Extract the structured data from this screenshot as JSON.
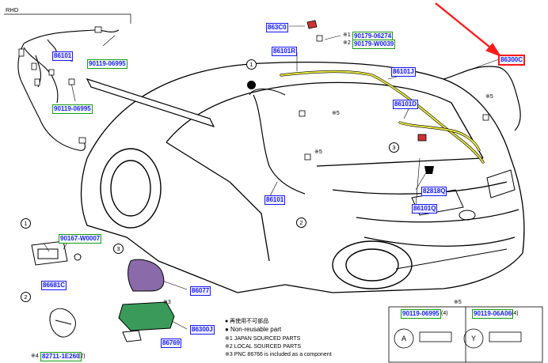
{
  "corner_label": "RHD",
  "parts": {
    "p86101_a": "86101",
    "p90119_06995_a": "90119-06995",
    "p90119_06995_b": "90119-06995",
    "p863c0": "863C0",
    "p90179_06274": "90179-06274",
    "p90179_w0039": "90179-W0039",
    "p86101r": "86101R",
    "p86300c": "86300C",
    "p86101j": "86101J",
    "p86101d": "86101D",
    "p82818q": "82818Q",
    "p86101q": "86101Q",
    "p86101_b": "86101",
    "p90167_w0007": "90167-W0007",
    "p86681c": "86681C",
    "p82711_1e260": "82711-1E260",
    "p86077": "86077",
    "p86300j": "86300J",
    "p86769": "86769",
    "p90119_06a06": "90119-06A06"
  },
  "marks": {
    "m1_top": "※1",
    "m2_top": "※2",
    "m5_a": "※5",
    "m5_b": "※5",
    "m5_c": "※5",
    "m5_table": "※5",
    "m3": "※3",
    "m4": "※4",
    "qty_4a": "(4)",
    "qty_4b": "(4)",
    "qty_2": "(2)",
    "table_a": "A",
    "table_y": "Y"
  },
  "callouts": [
    "1",
    "2",
    "3",
    "1",
    "2",
    "3"
  ],
  "legend": {
    "line1": "● 再使用不可部品",
    "line2": "● Non-reusable part",
    "line3": "※1 JAPAN SOURCED PARTS",
    "line4": "※2 LOCAL SOURCED PARTS",
    "line5": "※3 PNC 86766 is included as a component"
  },
  "colors": {
    "part_text": "#1a1aff",
    "bolt_border": "#1a9a1a",
    "highlight": "#ff1a1a",
    "harness": "#e8e840",
    "antenna": "#8a6aa8",
    "amp": "#3a9a5a"
  }
}
